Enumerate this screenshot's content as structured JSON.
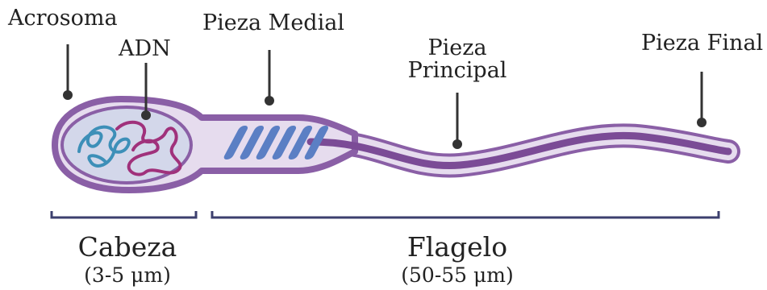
{
  "labels": {
    "acrosome": "Acrosoma",
    "dna": "ADN",
    "midpiece": "Pieza Medial",
    "principal_line1": "Pieza",
    "principal_line2": "Principal",
    "endpiece": "Pieza Final"
  },
  "sections": {
    "head": {
      "name": "Cabeza",
      "size": "(3-5 μm)"
    },
    "flagellum": {
      "name": "Flagelo",
      "size": "(50-55 μm)"
    }
  },
  "colors": {
    "outline": "#8a5fa6",
    "membrane": "#e6dcee",
    "nucleus_fill": "#d3d7ea",
    "nucleus_stroke": "#8a5fa6",
    "dna_blue": "#3d8fb8",
    "dna_magenta": "#a0317b",
    "mitochondria": "#5b7fc4",
    "axoneme": "#7b4b96",
    "pointer": "#333333",
    "bracket": "#3c3f6e"
  }
}
